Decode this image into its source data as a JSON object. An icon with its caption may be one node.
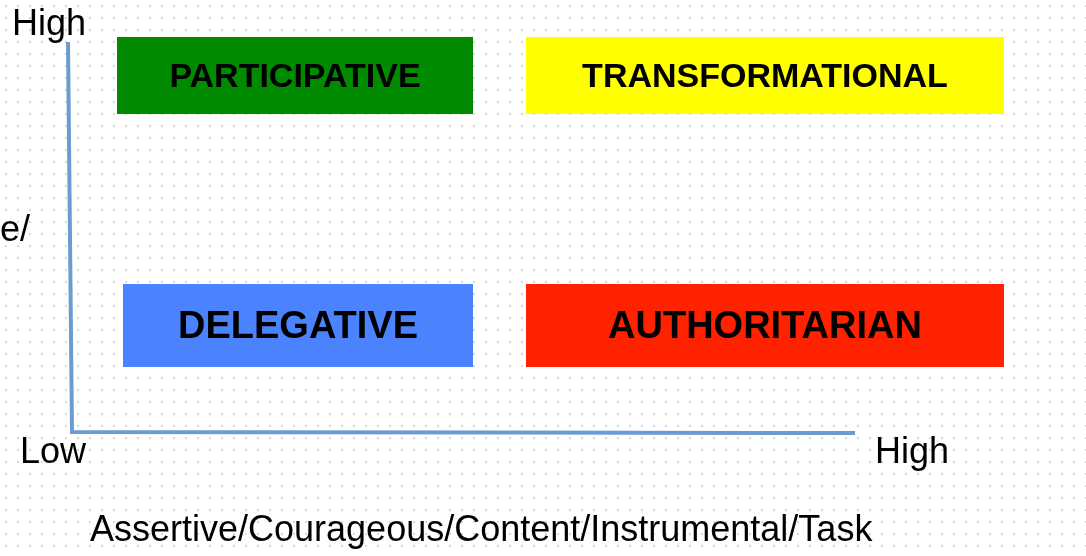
{
  "diagram": {
    "nodes": [
      {
        "text": [
          "PARTICIPATIVE"
        ]
      },
      {
        "text": [
          "TRANSFORMATIONAL"
        ]
      },
      {
        "text": [
          "DELEGATIVE"
        ]
      },
      {
        "text": [
          "AUTHORITARIAN"
        ]
      }
    ],
    "labels": [
      "High",
      "e/",
      "Low",
      "High",
      "Assertive/Courageous/Content/Instrumental/Task"
    ]
  }
}
